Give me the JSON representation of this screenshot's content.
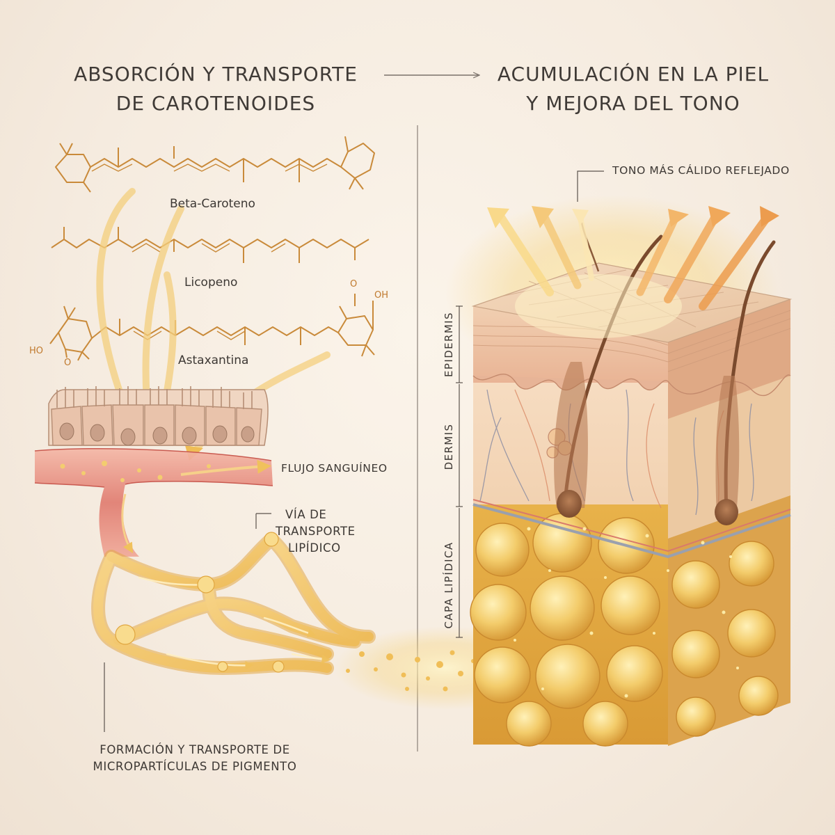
{
  "header": {
    "left_title_line1": "ABSORCIÓN Y TRANSPORTE",
    "left_title_line2": "DE CAROTENOIDES",
    "right_title_line1": "ACUMULACIÓN EN LA PIEL",
    "right_title_line2": "Y MEJORA DEL TONO"
  },
  "molecules": {
    "beta_caroteno": "Beta-Caroteno",
    "licopeno": "Licopeno",
    "astaxantina": "Astaxantina",
    "atom_ho": "HO",
    "atom_oh": "OH",
    "atom_o_upper": "O",
    "atom_o_lower": "O"
  },
  "labels": {
    "flujo_sanguineo": "FLUJO SANGUÍNEO",
    "via_line1": "VÍA DE",
    "via_line2": "TRANSPORTE",
    "via_line3": "LIPÍDICO",
    "formacion_line1": "FORMACIÓN Y TRANSPORTE DE",
    "formacion_line2": "MICROPARTÍCULAS DE PIGMENTO",
    "tono": "TONO MÁS CÁLIDO REFLEJADO"
  },
  "skin_layers": {
    "epidermis": "EPIDERMIS",
    "dermis": "DERMIS",
    "capa_lipidica": "CAPA LIPÍDICA"
  },
  "colors": {
    "background": "#f6eee4",
    "molecule_orange": "#c98a3a",
    "blood_red": "#d96a62",
    "lipid_gold": "#f0c45a",
    "text_dark": "#3d3834"
  }
}
